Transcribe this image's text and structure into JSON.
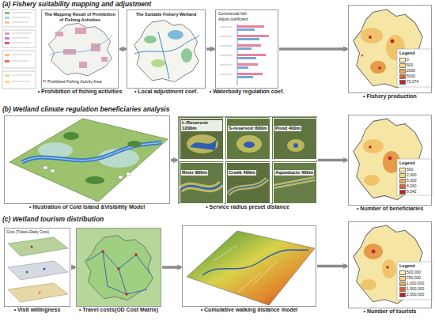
{
  "diagram": {
    "nodes": [
      {
        "text": [
          "The Mapping Result of Prohibition of Fishing Activities",
          "• Prohibition of fishing activities"
        ]
      },
      {
        "text": [
          "The Suitable Fishery Wetland",
          "• Local adjustment coef."
        ]
      },
      {
        "text": [
          "• Waterbody regulation coef."
        ]
      },
      {
        "text": [
          "• Fishery production"
        ]
      },
      {
        "text": [
          "• Illustration of Cold Island &Visibility Model"
        ]
      },
      {
        "text": [
          "• Service radius preset distance"
        ]
      },
      {
        "text": [
          "L-Reservoir 1200m"
        ],
        "in": 5
      },
      {
        "text": [
          "S-reservoir 800m"
        ],
        "in": 5
      },
      {
        "text": [
          "Pond 400m"
        ],
        "in": 5
      },
      {
        "text": [
          "River 800m"
        ],
        "in": 5
      },
      {
        "text": [
          "Creek 400m"
        ],
        "in": 5
      },
      {
        "text": [
          "Aqueducts 400m"
        ],
        "in": 5
      },
      {
        "text": [
          "• Number of beneficiaries"
        ]
      },
      {
        "text": [
          "• Visit willingness"
        ]
      },
      {
        "text": [
          "• Travel costs(OD Cost Matrix)"
        ]
      },
      {
        "text": [
          "• Cumulative walking distance model"
        ]
      },
      {
        "text": [
          "• Number of tourists"
        ]
      }
    ],
    "edges": [
      {
        "from": 0,
        "to": 1,
        "arrow": "to"
      },
      {
        "from": 1,
        "to": 2,
        "arrow": "to"
      },
      {
        "from": 2,
        "to": 3,
        "arrow": "to"
      },
      {
        "from": 4,
        "to": 5,
        "arrow": "to"
      },
      {
        "from": 5,
        "to": 12,
        "arrow": "to"
      },
      {
        "from": 13,
        "to": 14,
        "arrow": "to"
      },
      {
        "from": 14,
        "to": 15,
        "arrow": "to"
      },
      {
        "from": 15,
        "to": 16,
        "arrow": "to"
      }
    ],
    "labels": [
      "(a) Fishery suitability mapping and adjustment",
      "(b) Wetland climate regulation beneficiaries analysis",
      "(c) Wetland tourism distribution",
      "Prohibited Fishing Activity Area",
      "Commercial fish",
      "Adjust coefficient",
      "Legend",
      "Legend",
      "Legend",
      "Cost (Ticket+Daily Cost)"
    ],
    "legend": [
      {
        "text": "0",
        "color": "#fff3b0"
      },
      {
        "text": "500",
        "color": "#f7d774"
      },
      {
        "text": "2000",
        "color": "#f0a848"
      },
      {
        "text": "5000",
        "color": "#e06030"
      },
      {
        "text": "72,074",
        "color": "#c02020"
      },
      {
        "text": "500",
        "color": "#fff3b0"
      },
      {
        "text": "2,000",
        "color": "#f7d774"
      },
      {
        "text": "5,000",
        "color": "#f0a848"
      },
      {
        "text": "8,000",
        "color": "#e06030"
      },
      {
        "text": "9,542",
        "color": "#c02020"
      },
      {
        "text": "500,000",
        "color": "#fff3b0"
      },
      {
        "text": "750,000",
        "color": "#f7d774"
      },
      {
        "text": "1,000,000",
        "color": "#f0a848"
      },
      {
        "text": "1,500,000",
        "color": "#e06030"
      },
      {
        "text": "2,000,000",
        "color": "#c02020"
      }
    ]
  }
}
